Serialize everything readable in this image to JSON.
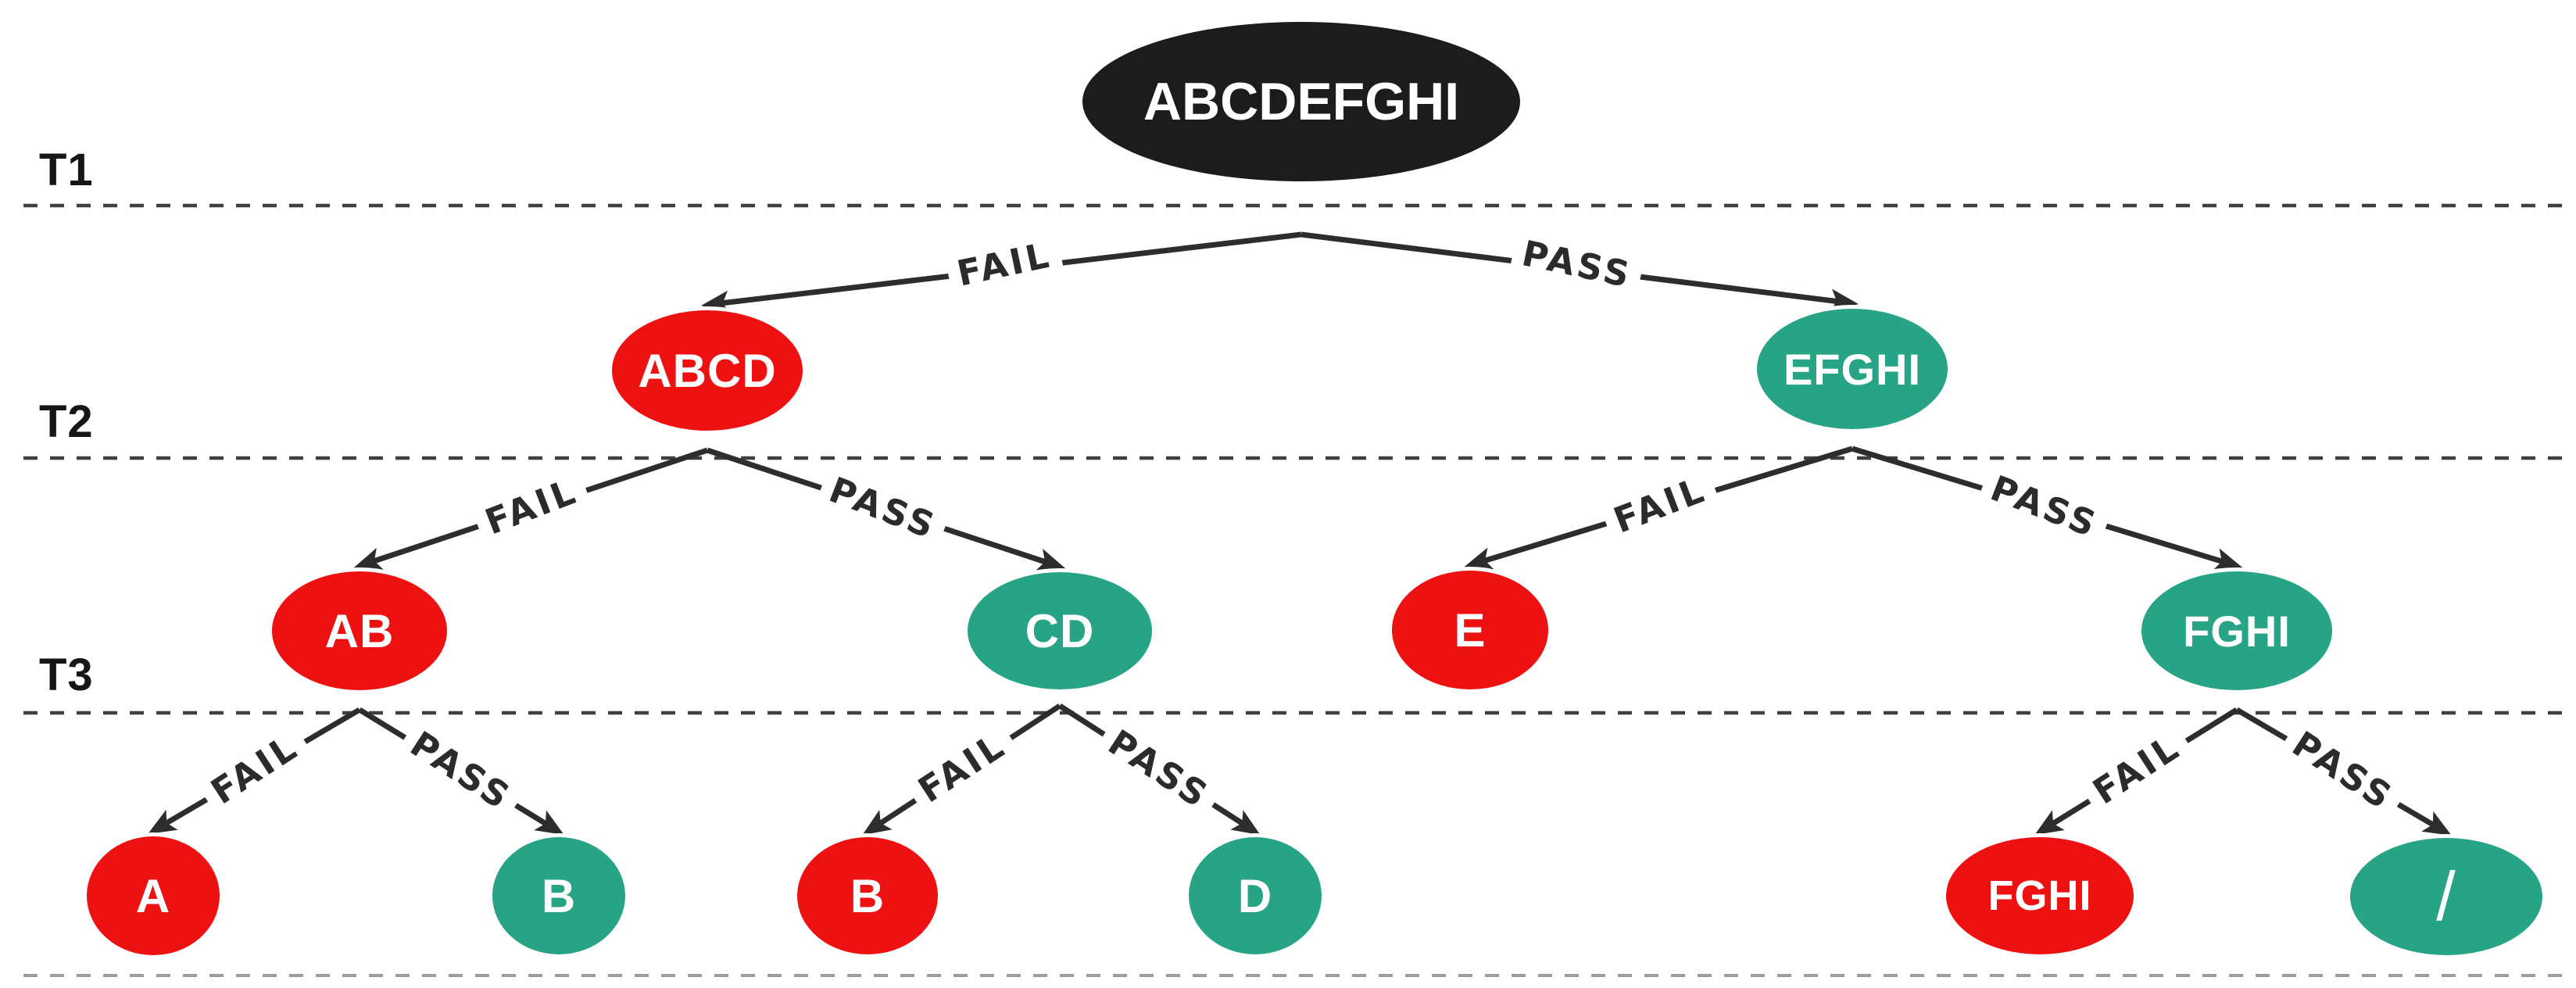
{
  "diagram_title": "bisect-decision-tree",
  "colors": {
    "fail_node": "#ee1111",
    "pass_node": "#27a385",
    "root_node": "#1c1c1c",
    "node_text": "#ffffff",
    "edge_stroke": "#2d2d2d",
    "edge_label_text": "#2b2b2b",
    "tier_line": "#3f3f3f",
    "bottom_line": "#9c9c9c",
    "tier_label_text": "#161616",
    "background": "#ffffff"
  },
  "tiers": [
    {
      "label": "T1"
    },
    {
      "label": "T2"
    },
    {
      "label": "T3"
    }
  ],
  "nodes": {
    "root": {
      "label": "ABCDEFGHI",
      "status": "root"
    },
    "abcd": {
      "label": "ABCD",
      "status": "fail"
    },
    "efghi": {
      "label": "EFGHI",
      "status": "pass"
    },
    "ab": {
      "label": "AB",
      "status": "fail"
    },
    "cd": {
      "label": "CD",
      "status": "pass"
    },
    "e": {
      "label": "E",
      "status": "fail"
    },
    "fghi_t3": {
      "label": "FGHI",
      "status": "pass"
    },
    "a": {
      "label": "A",
      "status": "fail"
    },
    "b_pass": {
      "label": "B",
      "status": "pass"
    },
    "b_fail": {
      "label": "B",
      "status": "fail"
    },
    "d": {
      "label": "D",
      "status": "pass"
    },
    "fghi_t4": {
      "label": "FGHI",
      "status": "fail"
    },
    "slash": {
      "label": "/",
      "status": "pass"
    }
  },
  "edges": [
    {
      "from": "root",
      "to": "abcd",
      "label": "FAIL"
    },
    {
      "from": "root",
      "to": "efghi",
      "label": "PASS"
    },
    {
      "from": "abcd",
      "to": "ab",
      "label": "FAIL"
    },
    {
      "from": "abcd",
      "to": "cd",
      "label": "PASS"
    },
    {
      "from": "efghi",
      "to": "e",
      "label": "FAIL"
    },
    {
      "from": "efghi",
      "to": "fghi_t3",
      "label": "PASS"
    },
    {
      "from": "ab",
      "to": "a",
      "label": "FAIL"
    },
    {
      "from": "ab",
      "to": "b_pass",
      "label": "PASS"
    },
    {
      "from": "cd",
      "to": "b_fail",
      "label": "FAIL"
    },
    {
      "from": "cd",
      "to": "d",
      "label": "PASS"
    },
    {
      "from": "fghi_t3",
      "to": "fghi_t4",
      "label": "FAIL"
    },
    {
      "from": "fghi_t3",
      "to": "slash",
      "label": "PASS"
    }
  ]
}
